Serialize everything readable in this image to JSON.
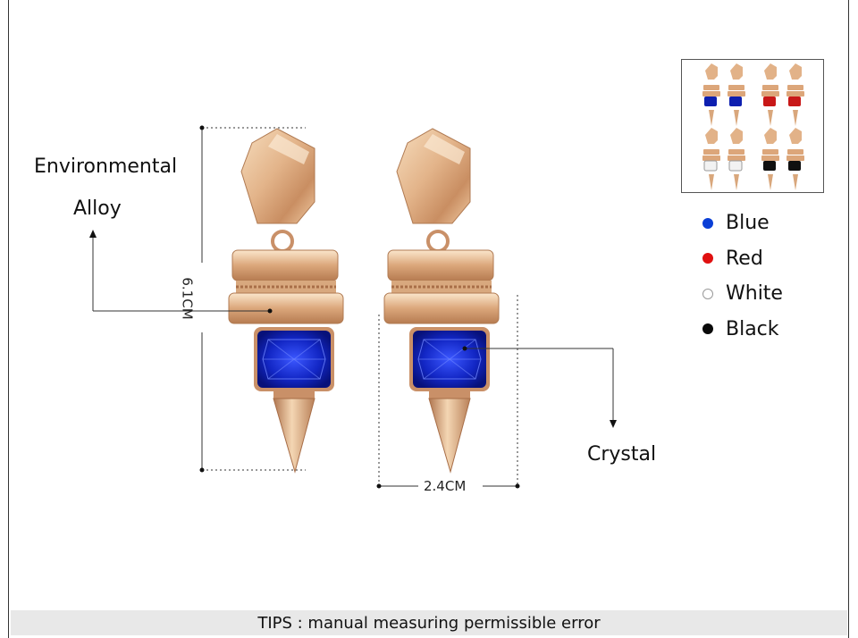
{
  "labels": {
    "material_line1": "Environmental",
    "material_line2": "Alloy",
    "stone": "Crystal",
    "height": "6.1CM",
    "width": "2.4CM"
  },
  "legend": [
    {
      "label": "Blue",
      "color": "#0a3fd6"
    },
    {
      "label": "Red",
      "color": "#e01010"
    },
    {
      "label": "White",
      "color": "#ffffff"
    },
    {
      "label": "Black",
      "color": "#0a0a0a"
    }
  ],
  "footer": {
    "tips": "TIPS : manual measuring permissible error"
  },
  "colors": {
    "gold_light": "#f3d2ae",
    "gold_mid": "#d9a57a",
    "gold_dark": "#a8704a",
    "crystal_blue": "#0d1fb0",
    "thumb_red": "#c81818",
    "thumb_black": "#101010"
  }
}
